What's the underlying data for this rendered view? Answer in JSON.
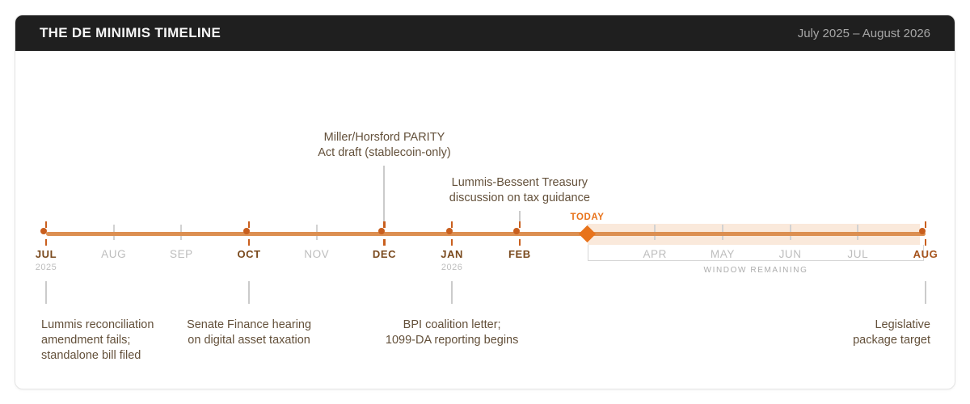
{
  "header": {
    "title": "THE DE MINIMIS TIMELINE",
    "range": "July 2025 – August 2026"
  },
  "timeline": {
    "months": [
      {
        "label": "JUL",
        "year": "2025",
        "kind": "event"
      },
      {
        "label": "AUG",
        "kind": "plain"
      },
      {
        "label": "SEP",
        "kind": "plain"
      },
      {
        "label": "OCT",
        "kind": "event"
      },
      {
        "label": "NOV",
        "kind": "plain"
      },
      {
        "label": "DEC",
        "kind": "event"
      },
      {
        "label": "JAN",
        "year": "2026",
        "kind": "event"
      },
      {
        "label": "FEB",
        "kind": "event"
      },
      {
        "label": "TODAY",
        "kind": "today"
      },
      {
        "label": "APR",
        "kind": "plain"
      },
      {
        "label": "MAY",
        "kind": "plain"
      },
      {
        "label": "JUN",
        "kind": "plain"
      },
      {
        "label": "JUL",
        "kind": "plain"
      },
      {
        "label": "AUG",
        "kind": "event_end"
      }
    ],
    "window": {
      "label": "WINDOW REMAINING",
      "from_index": 8,
      "to_index": 13
    },
    "annotations": [
      {
        "month_index": 5,
        "side": "above",
        "tier": 2,
        "align": "center",
        "text_lines": [
          "Miller/Horsford PARITY",
          "Act draft (stablecoin-only)"
        ]
      },
      {
        "month_index": 7,
        "side": "above",
        "tier": 1,
        "align": "center",
        "text_lines": [
          "Lummis-Bessent Treasury",
          "discussion on tax guidance"
        ]
      },
      {
        "month_index": 0,
        "side": "below",
        "align": "left",
        "text_lines": [
          "Lummis reconciliation",
          "amendment fails;",
          "standalone bill filed"
        ]
      },
      {
        "month_index": 3,
        "side": "below",
        "align": "center",
        "text_lines": [
          "Senate Finance hearing",
          "on digital asset taxation"
        ]
      },
      {
        "month_index": 6,
        "side": "below",
        "align": "center",
        "text_lines": [
          "BPI coalition letter;",
          "1099-DA reporting begins"
        ]
      },
      {
        "month_index": 13,
        "side": "below",
        "align": "right",
        "text_lines": [
          "Legislative",
          "package target"
        ]
      }
    ]
  },
  "colors": {
    "accent": "#E8731B",
    "line": "#DC8F51",
    "marker": "#C95F1E",
    "band": "#FAE9DB",
    "event_label": "#7A4A1E",
    "end_label": "#A5521B",
    "header_bg": "#1F1F1F"
  }
}
